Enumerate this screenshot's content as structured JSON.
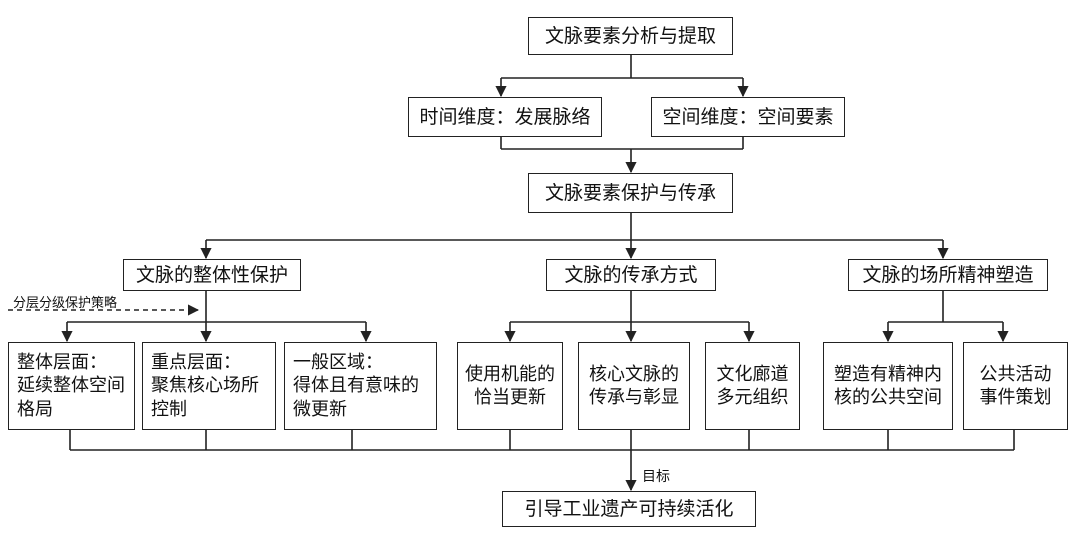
{
  "top": "文脉要素分析与提取",
  "dims": {
    "time": "时间维度：发展脉络",
    "space": "空间维度：空间要素"
  },
  "middle": "文脉要素保护与传承",
  "branches": [
    {
      "label": "文脉的整体性保护",
      "children": [
        "整体层面：\n延续整体空间\n格局",
        "重点层面：\n聚焦核心场所\n控制",
        "一般区域：\n得体且有意味的\n微更新"
      ]
    },
    {
      "label": "文脉的传承方式",
      "children": [
        "使用机能的\n恰当更新",
        "核心文脉的\n传承与彰显",
        "文化廊道\n多元组织"
      ]
    },
    {
      "label": "文脉的场所精神塑造",
      "children": [
        "塑造有精神内\n核的公共空间",
        "公共活动\n事件策划"
      ]
    }
  ],
  "strategy_label": "分层分级保护策略",
  "goal_label": "目标",
  "bottom": "引导工业遗产可持续活化"
}
